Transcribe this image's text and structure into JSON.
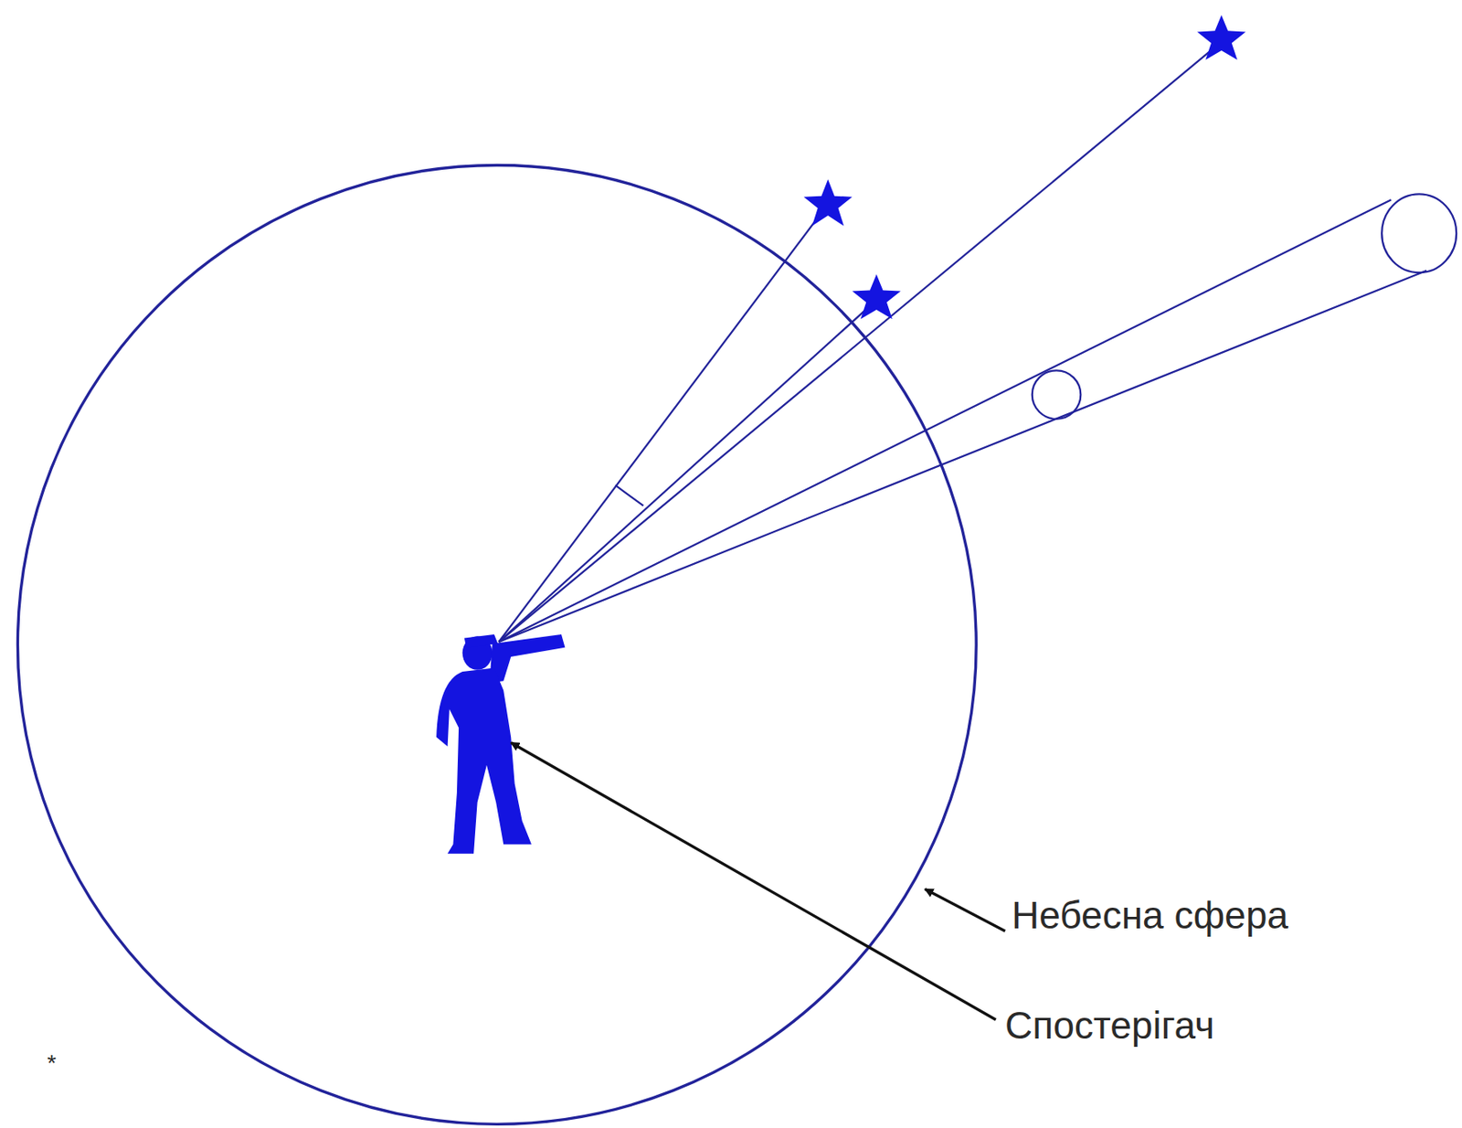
{
  "diagram": {
    "labels": [
      "Небесна сфера",
      "Спостерігач",
      "*"
    ]
  }
}
